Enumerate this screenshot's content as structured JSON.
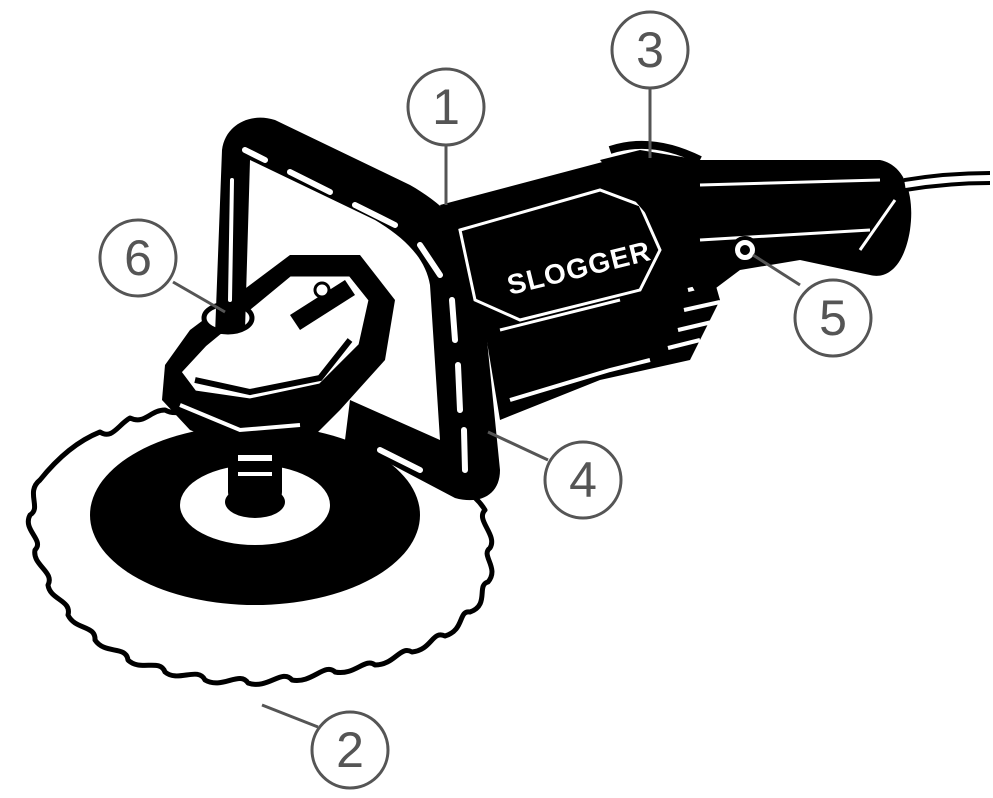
{
  "brand": {
    "logo_text": "SLOGGER"
  },
  "callouts": [
    {
      "id": "1",
      "label": "1"
    },
    {
      "id": "2",
      "label": "2"
    },
    {
      "id": "3",
      "label": "3"
    },
    {
      "id": "4",
      "label": "4"
    },
    {
      "id": "5",
      "label": "5"
    },
    {
      "id": "6",
      "label": "6"
    }
  ],
  "colors": {
    "ink": "#000000",
    "paper": "#ffffff",
    "callout": "#555555"
  }
}
